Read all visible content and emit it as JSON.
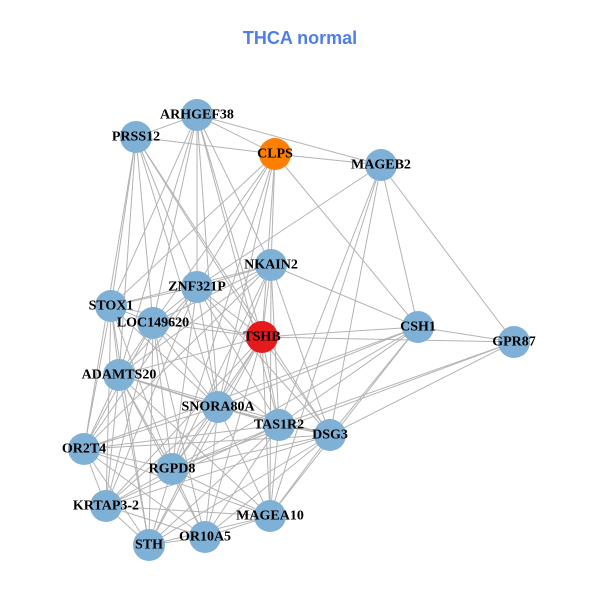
{
  "title": "THCA normal",
  "colors": {
    "title": "#4F7FE6",
    "edge": "#b3b3b3",
    "default_node": "#7FB0D5",
    "highlight_node": "#E41A1C",
    "secondary_node": "#FF7F00"
  },
  "nodes": [
    {
      "id": "ARHGEF38",
      "color": "#7FB0D5"
    },
    {
      "id": "PRSS12",
      "color": "#7FB0D5"
    },
    {
      "id": "CLPS",
      "color": "#FF7F00"
    },
    {
      "id": "MAGEB2",
      "color": "#7FB0D5"
    },
    {
      "id": "NKAIN2",
      "color": "#7FB0D5"
    },
    {
      "id": "ZNF321P",
      "color": "#7FB0D5"
    },
    {
      "id": "STOX1",
      "color": "#7FB0D5"
    },
    {
      "id": "LOC149620",
      "color": "#7FB0D5"
    },
    {
      "id": "TSHB",
      "color": "#E41A1C"
    },
    {
      "id": "CSH1",
      "color": "#7FB0D5"
    },
    {
      "id": "GPR87",
      "color": "#7FB0D5"
    },
    {
      "id": "ADAMTS20",
      "color": "#7FB0D5"
    },
    {
      "id": "SNORA80A",
      "color": "#7FB0D5"
    },
    {
      "id": "TAS1R2",
      "color": "#7FB0D5"
    },
    {
      "id": "DSG3",
      "color": "#7FB0D5"
    },
    {
      "id": "OR2T4",
      "color": "#7FB0D5"
    },
    {
      "id": "RGPD8",
      "color": "#7FB0D5"
    },
    {
      "id": "KRTAP3-2",
      "color": "#7FB0D5"
    },
    {
      "id": "MAGEA10",
      "color": "#7FB0D5"
    },
    {
      "id": "STH",
      "color": "#7FB0D5"
    },
    {
      "id": "OR10A5",
      "color": "#7FB0D5"
    }
  ],
  "edges": [
    [
      "ARHGEF38",
      "PRSS12"
    ],
    [
      "ARHGEF38",
      "CLPS"
    ],
    [
      "ARHGEF38",
      "MAGEB2"
    ],
    [
      "ARHGEF38",
      "ZNF321P"
    ],
    [
      "ARHGEF38",
      "STOX1"
    ],
    [
      "ARHGEF38",
      "LOC149620"
    ],
    [
      "ARHGEF38",
      "TSHB"
    ],
    [
      "ARHGEF38",
      "NKAIN2"
    ],
    [
      "ARHGEF38",
      "SNORA80A"
    ],
    [
      "ARHGEF38",
      "TAS1R2"
    ],
    [
      "ARHGEF38",
      "ADAMTS20"
    ],
    [
      "PRSS12",
      "CLPS"
    ],
    [
      "PRSS12",
      "STOX1"
    ],
    [
      "PRSS12",
      "LOC149620"
    ],
    [
      "PRSS12",
      "ADAMTS20"
    ],
    [
      "PRSS12",
      "ZNF321P"
    ],
    [
      "PRSS12",
      "TSHB"
    ],
    [
      "PRSS12",
      "SNORA80A"
    ],
    [
      "PRSS12",
      "OR2T4"
    ],
    [
      "PRSS12",
      "DSG3"
    ],
    [
      "CLPS",
      "MAGEB2"
    ],
    [
      "CLPS",
      "NKAIN2"
    ],
    [
      "CLPS",
      "TSHB"
    ],
    [
      "CLPS",
      "ZNF321P"
    ],
    [
      "CLPS",
      "STOX1"
    ],
    [
      "CLPS",
      "CSH1"
    ],
    [
      "CLPS",
      "LOC149620"
    ],
    [
      "CLPS",
      "SNORA80A"
    ],
    [
      "CLPS",
      "RGPD8"
    ],
    [
      "MAGEB2",
      "CSH1"
    ],
    [
      "MAGEB2",
      "GPR87"
    ],
    [
      "MAGEB2",
      "DSG3"
    ],
    [
      "MAGEB2",
      "TAS1R2"
    ],
    [
      "MAGEB2",
      "ZNF321P"
    ],
    [
      "MAGEB2",
      "MAGEA10"
    ],
    [
      "NKAIN2",
      "ZNF321P"
    ],
    [
      "NKAIN2",
      "STOX1"
    ],
    [
      "NKAIN2",
      "TSHB"
    ],
    [
      "NKAIN2",
      "CSH1"
    ],
    [
      "NKAIN2",
      "LOC149620"
    ],
    [
      "NKAIN2",
      "TAS1R2"
    ],
    [
      "NKAIN2",
      "DSG3"
    ],
    [
      "NKAIN2",
      "MAGEA10"
    ],
    [
      "NKAIN2",
      "SNORA80A"
    ],
    [
      "NKAIN2",
      "ADAMTS20"
    ],
    [
      "NKAIN2",
      "RGPD8"
    ],
    [
      "NKAIN2",
      "OR2T4"
    ],
    [
      "ZNF321P",
      "STOX1"
    ],
    [
      "ZNF321P",
      "LOC149620"
    ],
    [
      "ZNF321P",
      "TSHB"
    ],
    [
      "ZNF321P",
      "ADAMTS20"
    ],
    [
      "ZNF321P",
      "SNORA80A"
    ],
    [
      "ZNF321P",
      "TAS1R2"
    ],
    [
      "ZNF321P",
      "RGPD8"
    ],
    [
      "ZNF321P",
      "DSG3"
    ],
    [
      "ZNF321P",
      "OR2T4"
    ],
    [
      "ZNF321P",
      "KRTAP3-2"
    ],
    [
      "STOX1",
      "LOC149620"
    ],
    [
      "STOX1",
      "ADAMTS20"
    ],
    [
      "STOX1",
      "OR2T4"
    ],
    [
      "STOX1",
      "RGPD8"
    ],
    [
      "STOX1",
      "KRTAP3-2"
    ],
    [
      "STOX1",
      "STH"
    ],
    [
      "STOX1",
      "SNORA80A"
    ],
    [
      "STOX1",
      "TSHB"
    ],
    [
      "LOC149620",
      "TSHB"
    ],
    [
      "LOC149620",
      "ADAMTS20"
    ],
    [
      "LOC149620",
      "SNORA80A"
    ],
    [
      "LOC149620",
      "OR2T4"
    ],
    [
      "LOC149620",
      "RGPD8"
    ],
    [
      "LOC149620",
      "KRTAP3-2"
    ],
    [
      "LOC149620",
      "STH"
    ],
    [
      "LOC149620",
      "TAS1R2"
    ],
    [
      "LOC149620",
      "OR10A5"
    ],
    [
      "TSHB",
      "CSH1"
    ],
    [
      "TSHB",
      "GPR87"
    ],
    [
      "TSHB",
      "ADAMTS20"
    ],
    [
      "TSHB",
      "SNORA80A"
    ],
    [
      "TSHB",
      "TAS1R2"
    ],
    [
      "TSHB",
      "DSG3"
    ],
    [
      "TSHB",
      "RGPD8"
    ],
    [
      "TSHB",
      "MAGEA10"
    ],
    [
      "TSHB",
      "OR10A5"
    ],
    [
      "TSHB",
      "STH"
    ],
    [
      "TSHB",
      "KRTAP3-2"
    ],
    [
      "CSH1",
      "GPR87"
    ],
    [
      "CSH1",
      "DSG3"
    ],
    [
      "CSH1",
      "TAS1R2"
    ],
    [
      "CSH1",
      "SNORA80A"
    ],
    [
      "CSH1",
      "RGPD8"
    ],
    [
      "CSH1",
      "OR2T4"
    ],
    [
      "CSH1",
      "MAGEA10"
    ],
    [
      "GPR87",
      "DSG3"
    ],
    [
      "GPR87",
      "TAS1R2"
    ],
    [
      "GPR87",
      "RGPD8"
    ],
    [
      "ADAMTS20",
      "SNORA80A"
    ],
    [
      "ADAMTS20",
      "TAS1R2"
    ],
    [
      "ADAMTS20",
      "OR2T4"
    ],
    [
      "ADAMTS20",
      "RGPD8"
    ],
    [
      "ADAMTS20",
      "KRTAP3-2"
    ],
    [
      "ADAMTS20",
      "STH"
    ],
    [
      "ADAMTS20",
      "OR10A5"
    ],
    [
      "ADAMTS20",
      "MAGEA10"
    ],
    [
      "ADAMTS20",
      "DSG3"
    ],
    [
      "SNORA80A",
      "TAS1R2"
    ],
    [
      "SNORA80A",
      "DSG3"
    ],
    [
      "SNORA80A",
      "OR2T4"
    ],
    [
      "SNORA80A",
      "RGPD8"
    ],
    [
      "SNORA80A",
      "KRTAP3-2"
    ],
    [
      "SNORA80A",
      "STH"
    ],
    [
      "SNORA80A",
      "OR10A5"
    ],
    [
      "SNORA80A",
      "MAGEA10"
    ],
    [
      "TAS1R2",
      "DSG3"
    ],
    [
      "TAS1R2",
      "OR2T4"
    ],
    [
      "TAS1R2",
      "RGPD8"
    ],
    [
      "TAS1R2",
      "MAGEA10"
    ],
    [
      "TAS1R2",
      "KRTAP3-2"
    ],
    [
      "TAS1R2",
      "STH"
    ],
    [
      "TAS1R2",
      "OR10A5"
    ],
    [
      "DSG3",
      "OR2T4"
    ],
    [
      "DSG3",
      "RGPD8"
    ],
    [
      "DSG3",
      "MAGEA10"
    ],
    [
      "DSG3",
      "KRTAP3-2"
    ],
    [
      "DSG3",
      "OR10A5"
    ],
    [
      "DSG3",
      "STH"
    ],
    [
      "OR2T4",
      "RGPD8"
    ],
    [
      "OR2T4",
      "KRTAP3-2"
    ],
    [
      "OR2T4",
      "STH"
    ],
    [
      "OR2T4",
      "OR10A5"
    ],
    [
      "OR2T4",
      "MAGEA10"
    ],
    [
      "RGPD8",
      "KRTAP3-2"
    ],
    [
      "RGPD8",
      "MAGEA10"
    ],
    [
      "RGPD8",
      "STH"
    ],
    [
      "RGPD8",
      "OR10A5"
    ],
    [
      "KRTAP3-2",
      "STH"
    ],
    [
      "KRTAP3-2",
      "OR10A5"
    ],
    [
      "KRTAP3-2",
      "MAGEA10"
    ],
    [
      "MAGEA10",
      "OR10A5"
    ],
    [
      "MAGEA10",
      "STH"
    ],
    [
      "STH",
      "OR10A5"
    ]
  ]
}
